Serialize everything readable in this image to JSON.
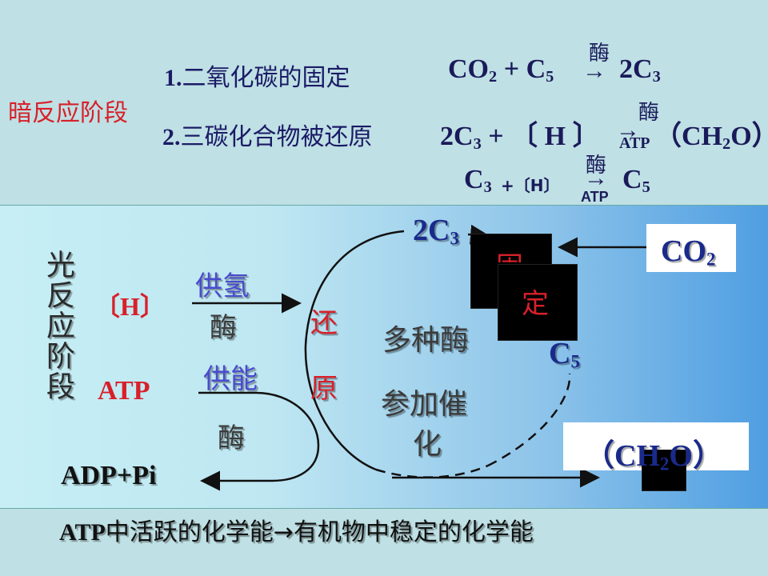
{
  "header": {
    "stage_title": "暗反应阶段",
    "step1_num": "1.",
    "step1_text": "二氧化碳的固定",
    "step2_num": "2.",
    "step2_text": "三碳化合物被还原"
  },
  "equations": {
    "eq1_left_a": "CO",
    "eq1_left_a_sub": "2",
    "eq1_plus": " + ",
    "eq1_left_b": "C",
    "eq1_left_b_sub": "5",
    "eq1_enzyme": "酶",
    "eq1_arrow": "→",
    "eq1_right": "2C",
    "eq1_right_sub": "3",
    "eq2_left": "2C",
    "eq2_left_sub": "3",
    "eq2_plus": " + ",
    "eq2_h": "〔 H 〕",
    "eq2_enzyme": "酶",
    "eq2_arrow": "→",
    "eq2_atp": "ATP",
    "eq2_right_open": "（CH",
    "eq2_right_sub": "2",
    "eq2_right_close": "O）",
    "eq3_left": "C",
    "eq3_left_sub": "3",
    "eq3_plus_h": "+〔H〕",
    "eq3_enzyme": "酶",
    "eq3_arrow": "→",
    "eq3_atp": "ATP",
    "eq3_right": "C",
    "eq3_right_sub": "5"
  },
  "diagram": {
    "light_stage": "光反应阶段",
    "h_label": "〔H〕",
    "supply_h": "供氢",
    "enzyme_1": "酶",
    "atp": "ATP",
    "supply_energy": "供能",
    "enzyme_2": "酶",
    "adp": "ADP+Pi",
    "reduce_1": "还",
    "reduce_2": "原",
    "multi_enzyme": "多种酶",
    "catalysis_1": "参加催",
    "catalysis_2": "化",
    "c3_label": "2C",
    "c3_sub": "3",
    "fix_1": "固",
    "fix_2": "定",
    "c5_label": "C",
    "c5_sub": "5",
    "co2_label": "CO",
    "co2_sub": "2",
    "ch2o_open": "（CH",
    "ch2o_sub": "2",
    "ch2o_close": "O）"
  },
  "footer": {
    "summary_atp": "ATP",
    "summary_text": "中活跃的化学能→有机物中稳定的化学能"
  },
  "colors": {
    "stage_red": "#d8202a",
    "label_blue": "#4a4ad0",
    "dark_blue": "#1a2a8a"
  }
}
